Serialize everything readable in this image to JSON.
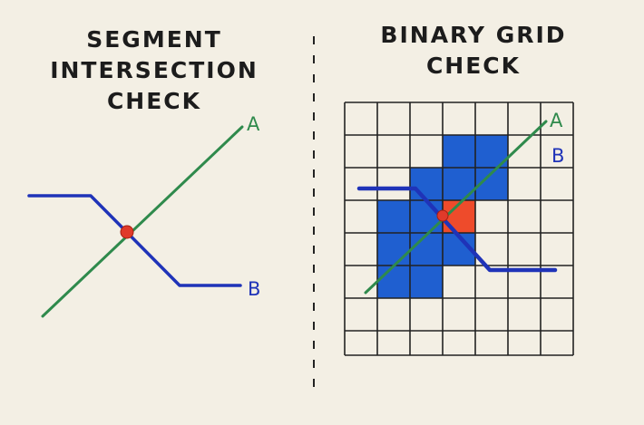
{
  "left_panel": {
    "title_lines": [
      "SEGMENT",
      "INTERSECTION",
      "CHECK"
    ],
    "line_a_label": "A",
    "line_b_label": "B"
  },
  "right_panel": {
    "title_lines": [
      "BINARY GRID",
      "CHECK"
    ],
    "line_a_label": "A",
    "line_b_label": "B",
    "grid": {
      "rows": 8,
      "cols": 7
    }
  },
  "colors": {
    "background": "#f3efe4",
    "line_a": "#2f8a4c",
    "line_b": "#1f33b8",
    "filled_cell": "#1f5fd0",
    "intersection_cell": "#ee4b2b",
    "intersection_point": "#e03a2a",
    "grid_line": "#222222"
  }
}
